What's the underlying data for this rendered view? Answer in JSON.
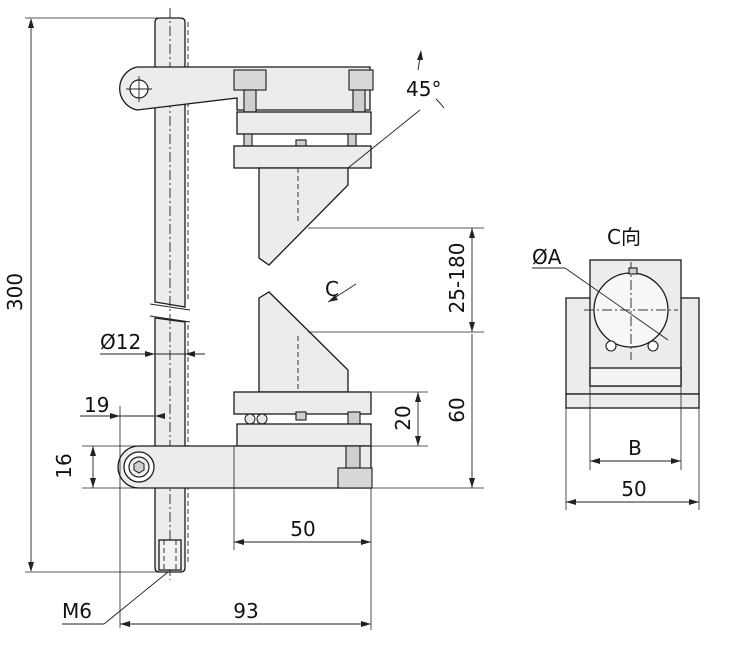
{
  "dimensions": {
    "total_height": "300",
    "jaw_opening": "25-180",
    "lower_height": "60",
    "plate_height": "20",
    "rod_diameter": "Ø12",
    "offset_19": "19",
    "offset_16": "16",
    "width_50": "50",
    "width_93": "93",
    "thread": "M6",
    "angle": "45°"
  },
  "side_view": {
    "title": "C向",
    "diameter": "ØA",
    "width_b": "B",
    "width_50": "50"
  },
  "section_marker": "C"
}
